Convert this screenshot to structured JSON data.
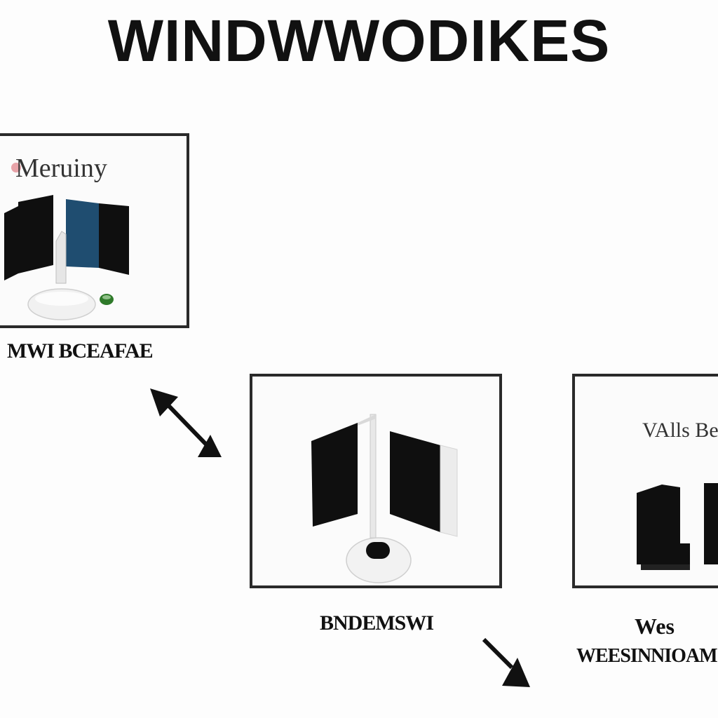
{
  "title": "WINDWWODIKES",
  "panels": [
    {
      "heading": "Meruiny",
      "caption": "MWI BCEAFAE"
    },
    {
      "heading": "",
      "caption": "BNDEMSWI"
    },
    {
      "heading": "VAlls Be",
      "caption_top": "Wes",
      "caption": "WEESINNIOAM"
    }
  ],
  "colors": {
    "border": "#2a2a2a",
    "panel_black": "#0f0f0f",
    "accent_blue": "#1f4d70",
    "accent_green": "#2f7a2a",
    "accent_pink": "#e7a3a8"
  },
  "icons": [
    "window-icon",
    "window-icon",
    "window-icon",
    "arrow-icon",
    "arrow-icon"
  ]
}
